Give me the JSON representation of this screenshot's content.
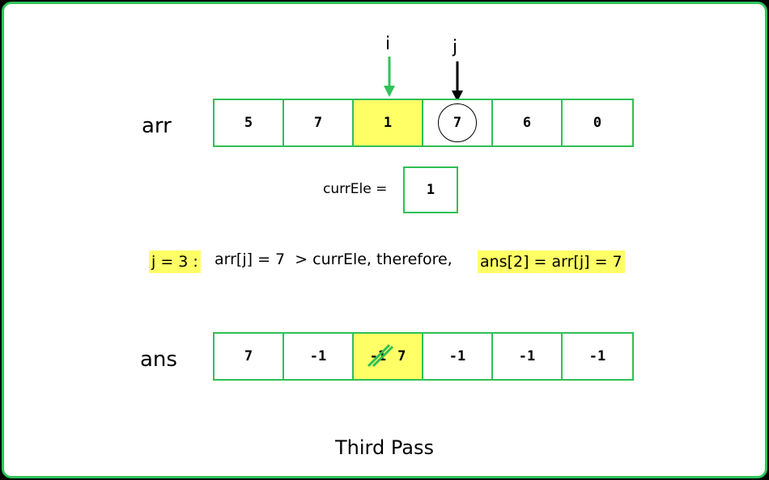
{
  "labels": {
    "arr": "arr",
    "ans": "ans",
    "pointer_i": "i",
    "pointer_j": "j",
    "curr_label": "currEle =",
    "curr_value": "1",
    "caption": "Third Pass"
  },
  "arr": [
    "5",
    "7",
    "1",
    "7",
    "6",
    "0"
  ],
  "ans": [
    "7",
    "-1",
    "-1",
    "-1",
    "-1",
    "-1"
  ],
  "ans_new_value": "7",
  "statement": {
    "cond": "j = 3 :",
    "middle": "arr[j] = 7  > currEle, therefore,",
    "result": "ans[2] = arr[j] = 7"
  },
  "colors": {
    "border_green": "#2fbf55",
    "highlight_yellow": "#ffff66",
    "pointer_i_green": "#2fc35a",
    "pointer_j_black": "#000000"
  }
}
